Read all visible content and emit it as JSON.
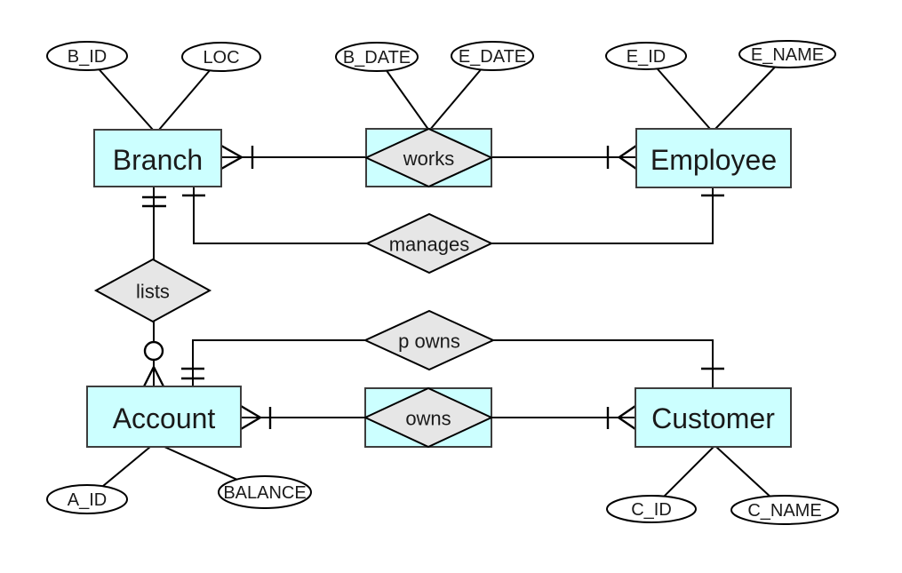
{
  "colors": {
    "entity_fill": "#ccffff",
    "relationship_fill": "#e6e6e6",
    "attribute_fill": "#ffffff",
    "border": "#000000",
    "line": "#000000",
    "background": "#ffffff"
  },
  "entities": [
    {
      "id": "branch",
      "label": "Branch"
    },
    {
      "id": "employee",
      "label": "Employee"
    },
    {
      "id": "account",
      "label": "Account"
    },
    {
      "id": "customer",
      "label": "Customer"
    }
  ],
  "relationships": [
    {
      "id": "works",
      "label": "works",
      "boxed": true,
      "between": [
        "Branch",
        "Employee"
      ]
    },
    {
      "id": "manages",
      "label": "manages",
      "boxed": false,
      "between": [
        "Branch",
        "Employee"
      ]
    },
    {
      "id": "lists",
      "label": "lists",
      "boxed": false,
      "between": [
        "Branch",
        "Account"
      ]
    },
    {
      "id": "p_owns",
      "label": "p owns",
      "boxed": false,
      "between": [
        "Account",
        "Customer"
      ]
    },
    {
      "id": "owns",
      "label": "owns",
      "boxed": true,
      "between": [
        "Account",
        "Customer"
      ]
    }
  ],
  "attributes": [
    {
      "id": "b_id",
      "label": "B_ID",
      "owner": "Branch"
    },
    {
      "id": "loc",
      "label": "LOC",
      "owner": "Branch"
    },
    {
      "id": "b_date",
      "label": "B_DATE",
      "owner": "works"
    },
    {
      "id": "e_date",
      "label": "E_DATE",
      "owner": "works"
    },
    {
      "id": "e_id",
      "label": "E_ID",
      "owner": "Employee"
    },
    {
      "id": "e_name",
      "label": "E_NAME",
      "owner": "Employee"
    },
    {
      "id": "a_id",
      "label": "A_ID",
      "owner": "Account"
    },
    {
      "id": "balance",
      "label": "BALANCE",
      "owner": "Account"
    },
    {
      "id": "c_id",
      "label": "C_ID",
      "owner": "Customer"
    },
    {
      "id": "c_name",
      "label": "C_NAME",
      "owner": "Customer"
    }
  ],
  "connectors": [
    {
      "from": "Branch",
      "to": "works",
      "marker_at_from": "crow-foot-many plus one-bar"
    },
    {
      "from": "works",
      "to": "Employee",
      "marker_at_to": "one-bar plus crow-foot-many"
    },
    {
      "from": "Branch",
      "to": "manages",
      "marker_at_from": "one-bar"
    },
    {
      "from": "manages",
      "to": "Employee",
      "marker_at_to": "one-bar"
    },
    {
      "from": "Branch",
      "to": "lists",
      "marker_at_from": "double-bar one-and-only-one"
    },
    {
      "from": "lists",
      "to": "Account",
      "marker_at_to": "zero-circle plus crow-foot-many"
    },
    {
      "from": "Account",
      "to": "p owns",
      "marker_at_from": "double-bar one-and-only-one"
    },
    {
      "from": "p owns",
      "to": "Customer",
      "marker_at_to": "one-bar"
    },
    {
      "from": "Account",
      "to": "owns",
      "marker_at_from": "crow-foot-many plus one-bar"
    },
    {
      "from": "owns",
      "to": "Customer",
      "marker_at_to": "one-bar plus crow-foot-many"
    }
  ]
}
